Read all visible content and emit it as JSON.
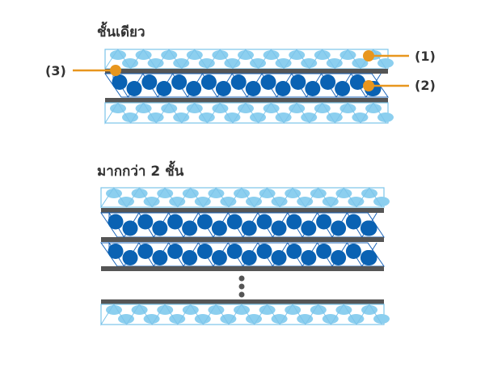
{
  "single": {
    "title": "ชั้นเดียว"
  },
  "multi": {
    "title": "มากกว่า 2 ชั้น"
  },
  "callouts": [
    {
      "label": "(1)"
    },
    {
      "label": "(2)"
    },
    {
      "label": "(3)"
    }
  ],
  "colors": {
    "light_fill": "#8ccfef",
    "light_line": "#7cc4ea",
    "dark_fill": "#0a62b3",
    "dark_line": "#1a63b8",
    "bar": "#555555",
    "callout": "#e8961e",
    "text": "#333333"
  }
}
